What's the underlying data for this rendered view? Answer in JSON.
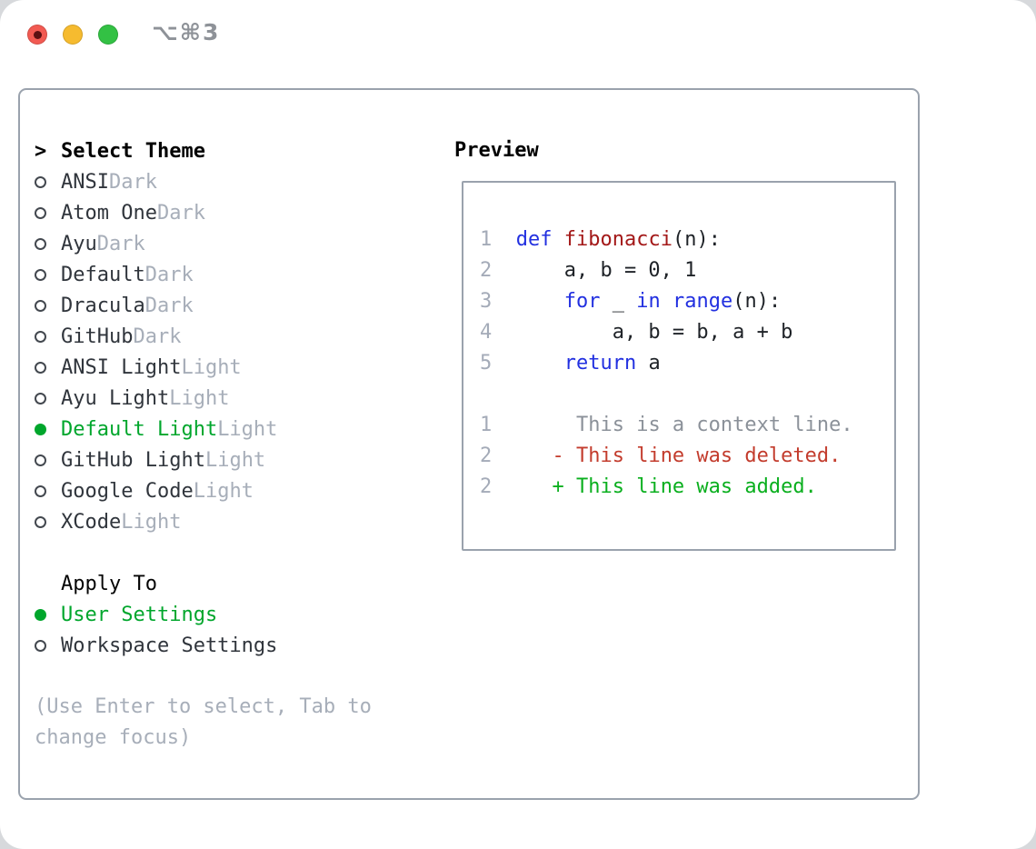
{
  "window": {
    "title": "⌥⌘3",
    "traffic_lights": [
      {
        "name": "close",
        "color": "#f25a52",
        "dot": "#5c1012"
      },
      {
        "name": "minimize",
        "color": "#f6bb2f"
      },
      {
        "name": "zoom",
        "color": "#33c144"
      }
    ]
  },
  "palette": {
    "green_accent": "#00a62c",
    "keyword_blue": "#2230e0",
    "function_red": "#a31818",
    "code_plain": "#1e2227",
    "line_number_gray": "#a4abb8",
    "context_gray": "#8b9199",
    "diff_red": "#c33c2d",
    "diff_green": "#0aaf1e",
    "muted_gray": "#a7aeb9",
    "item_text": "#30353c",
    "panel_border": "#9aa2ad"
  },
  "theme_list": {
    "header_marker": ">",
    "header": "Select Theme",
    "items": [
      {
        "name": "ANSI",
        "variant": "Dark",
        "selected": false
      },
      {
        "name": "Atom One",
        "variant": "Dark",
        "selected": false
      },
      {
        "name": "Ayu",
        "variant": "Dark",
        "selected": false
      },
      {
        "name": "Default",
        "variant": "Dark",
        "selected": false
      },
      {
        "name": "Dracula",
        "variant": "Dark",
        "selected": false
      },
      {
        "name": "GitHub",
        "variant": "Dark",
        "selected": false
      },
      {
        "name": "ANSI Light",
        "variant": "Light",
        "selected": false
      },
      {
        "name": "Ayu Light",
        "variant": "Light",
        "selected": false
      },
      {
        "name": "Default Light",
        "variant": "Light",
        "selected": true
      },
      {
        "name": "GitHub Light",
        "variant": "Light",
        "selected": false
      },
      {
        "name": "Google Code",
        "variant": "Light",
        "selected": false
      },
      {
        "name": "XCode",
        "variant": "Light",
        "selected": false
      }
    ]
  },
  "apply_to": {
    "header": "Apply To",
    "items": [
      {
        "name": "User Settings",
        "selected": true
      },
      {
        "name": "Workspace Settings",
        "selected": false
      }
    ]
  },
  "hint": {
    "lines": [
      "(Use Enter to select, Tab to",
      "change focus)"
    ]
  },
  "preview": {
    "title": "Preview",
    "code_lines": [
      {
        "kind": "code",
        "tokens": [
          [
            "1",
            "num"
          ],
          [
            "  ",
            "plain"
          ],
          [
            "def",
            "kw"
          ],
          [
            " ",
            "plain"
          ],
          [
            "fibonacci",
            "fn"
          ],
          [
            "(n):",
            "plain"
          ]
        ]
      },
      {
        "kind": "code",
        "tokens": [
          [
            "2",
            "num"
          ],
          [
            "      a, b = 0, 1",
            "plain"
          ]
        ]
      },
      {
        "kind": "code",
        "tokens": [
          [
            "3",
            "num"
          ],
          [
            "      ",
            "plain"
          ],
          [
            "for",
            "kw"
          ],
          [
            " _ ",
            "plain"
          ],
          [
            "in",
            "kw"
          ],
          [
            " ",
            "plain"
          ],
          [
            "range",
            "kw"
          ],
          [
            "(n):",
            "plain"
          ]
        ]
      },
      {
        "kind": "code",
        "tokens": [
          [
            "4",
            "num"
          ],
          [
            "          a, b = b, a + b",
            "plain"
          ]
        ]
      },
      {
        "kind": "code",
        "tokens": [
          [
            "5",
            "num"
          ],
          [
            "      ",
            "plain"
          ],
          [
            "return",
            "kw"
          ],
          [
            " a",
            "plain"
          ]
        ]
      },
      {
        "kind": "blank",
        "tokens": []
      },
      {
        "kind": "diff-context",
        "tokens": [
          [
            "1",
            "num"
          ],
          [
            "       ",
            "plain"
          ],
          [
            "This is a context line.",
            "ctx"
          ]
        ]
      },
      {
        "kind": "diff-deleted",
        "tokens": [
          [
            "2",
            "num"
          ],
          [
            "     ",
            "plain"
          ],
          [
            "- This line was deleted.",
            "del"
          ]
        ]
      },
      {
        "kind": "diff-added",
        "tokens": [
          [
            "2",
            "num"
          ],
          [
            "     ",
            "plain"
          ],
          [
            "+ This line was added.",
            "add"
          ]
        ]
      }
    ]
  }
}
